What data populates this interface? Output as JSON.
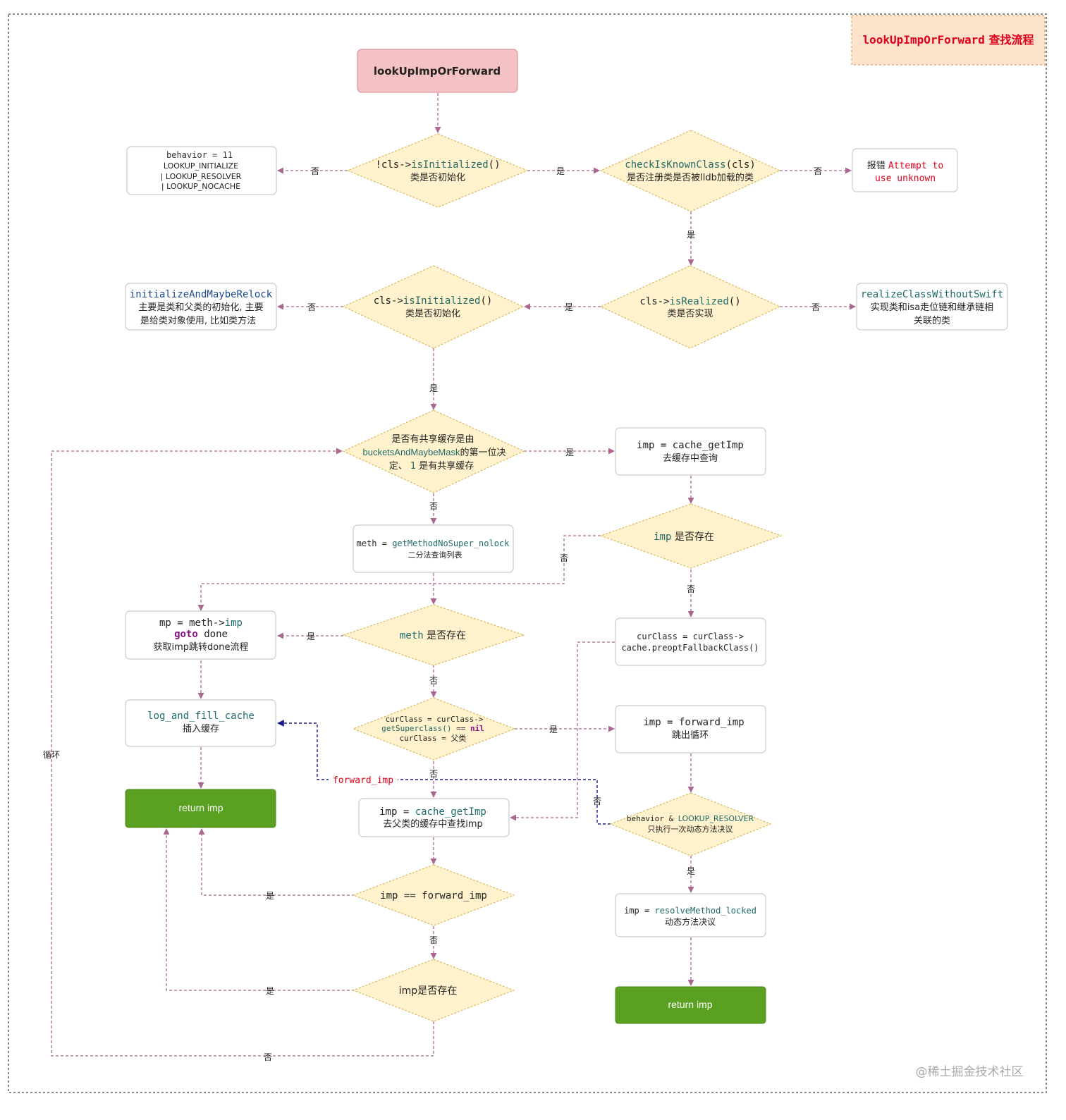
{
  "title_note": {
    "fn": "lookUpImpOrForward",
    "suffix": " 查找流程"
  },
  "start": "lookUpImpOrForward",
  "edges": {
    "yes": "是",
    "no": "否",
    "loop": "循环",
    "forward_imp": "forward_imp"
  },
  "n_behavior11": {
    "l1": "behavior = 11",
    "l2": "LOOKUP_INITIALIZE",
    "l3": "| LOOKUP_RESOLVER",
    "l4": "| LOOKUP_NOCACHE"
  },
  "d_is_init1": {
    "l1a": "!cls->",
    "l1b": "isInitialized",
    "l1c": "()",
    "l2": "类是否初始化"
  },
  "d_known": {
    "l1a": "checkIsKnownClass",
    "l1b": "(cls)",
    "l2": "是否注册类是否被lldb加载的类"
  },
  "n_error": {
    "l1a": "报错 ",
    "l1b": "Attempt to",
    "l2": "use unknown"
  },
  "n_init_relock": {
    "l1": "initializeAndMaybeRelock",
    "l2": "主要是类和父类的初始化, 主要",
    "l3": "是给类对象使用, 比如类方法"
  },
  "d_is_init2": {
    "l1a": "cls->",
    "l1b": "isInitialized",
    "l1c": "()",
    "l2": "类是否初始化"
  },
  "d_realized": {
    "l1a": "cls->",
    "l1b": "isRealized",
    "l1c": "()",
    "l2": "类是否实现"
  },
  "n_realize": {
    "l1": "realizeClassWithoutSwift",
    "l2": "实现类和isa走位链和继承链相",
    "l3": "关联的类"
  },
  "d_shared": {
    "l1": "是否有共享缓存是由",
    "l2a": "bucketsAndMaybeMask",
    "l2b": "的第一位决",
    "l3a": "定、 ",
    "l3b": "1",
    "l3c": " 是有共享缓存"
  },
  "n_cache_getimp": {
    "l1": "imp = cache_getImp",
    "l2": "去缓存中查询"
  },
  "d_imp_exists": {
    "l1a": "imp",
    "l1b": " 是否存在"
  },
  "n_meth": {
    "l1a": "meth = ",
    "l1b": "getMethodNoSuper_nolock",
    "l2": "二分法查询列表"
  },
  "n_curclass_fb": {
    "l1": "curClass = curClass->",
    "l2": "cache.preoptFallbackClass()"
  },
  "n_goto": {
    "l1a": "mp = meth->",
    "l1b": "imp",
    "l2a": "goto",
    "l2b": " done",
    "l3": "获取imp跳转done流程"
  },
  "d_meth_exists": {
    "l1a": "meth",
    "l1b": "  是否存在"
  },
  "n_log_fill": {
    "l1": "log_and_fill_cache",
    "l2": "插入缓存"
  },
  "d_superclass": {
    "l1": "curClass = curClass->",
    "l2a": "getSuperclass()",
    "l2b": " == ",
    "l2c": "nil",
    "l3": "curClass = 父类"
  },
  "n_forward": {
    "l1": "imp = forward_imp",
    "l2": "跳出循环"
  },
  "n_return1": "return imp",
  "n_cache_getimp2": {
    "l1a": "imp = ",
    "l1b": "cache_getImp",
    "l2": "去父类的缓存中查找imp"
  },
  "d_resolver": {
    "l1a": "behavior & ",
    "l1b": "LOOKUP_RESOLVER",
    "l2": "只执行一次动态方法决议"
  },
  "d_imp_eq_fwd": {
    "l1": "imp == forward_imp"
  },
  "n_resolve": {
    "l1a": "imp = ",
    "l1b": "resolveMethod_locked",
    "l2": "动态方法决议"
  },
  "d_imp_exists2": {
    "l1": "imp是否存在"
  },
  "n_return2": "return imp",
  "watermark": "@稀土掘金技术社区",
  "colors": {
    "accent_red": "#e0001a",
    "teal": "#1e6b6b",
    "green_box": "#5aa021",
    "start_fill": "#f4c2c4",
    "note_fill": "#fde2cc",
    "diamond_fill": "#fff2cc"
  }
}
